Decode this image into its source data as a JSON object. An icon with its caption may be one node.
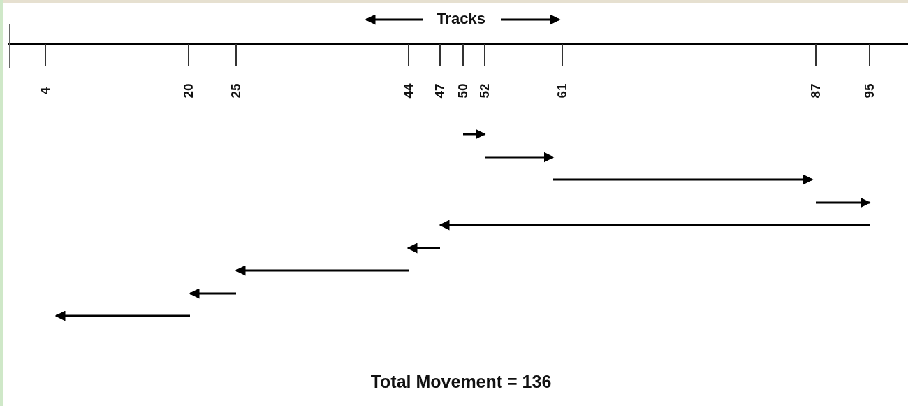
{
  "diagram": {
    "labels": [
      "Tracks",
      "4",
      "20",
      "25",
      "44",
      "47",
      "50",
      "52",
      "61",
      "87",
      "95",
      "Total Movement = 136"
    ]
  }
}
